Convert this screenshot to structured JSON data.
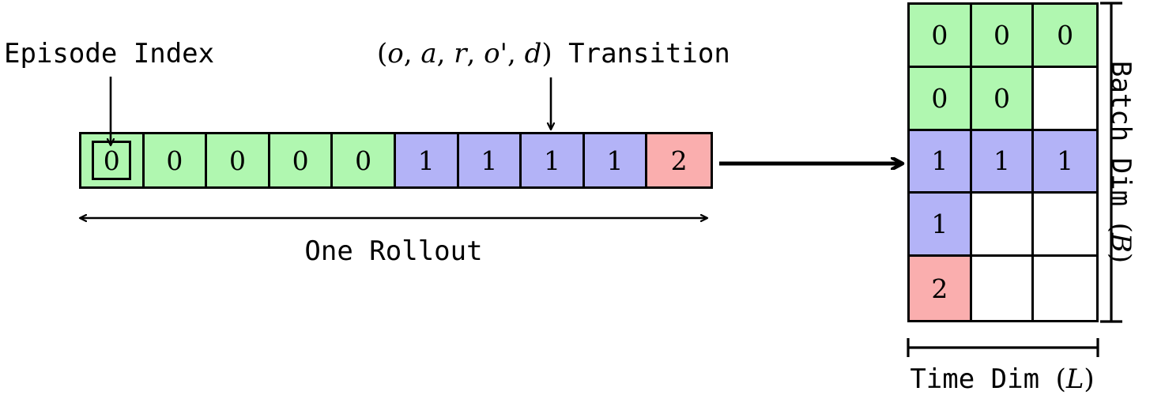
{
  "diagram": {
    "title": "Episode index rollout flattened into batched (B x L) buffer",
    "colors": {
      "episode_0": "#b0f7b0",
      "episode_1": "#b3b3f7",
      "episode_2": "#faaeae",
      "stroke": "#000000",
      "background": "#ffffff"
    }
  },
  "labels": {
    "episode_index": "Episode Index",
    "transition_math": "(o, a, r, o', d)",
    "transition_tuple": {
      "open_paren": "(",
      "o": "o",
      "comma1": ", ",
      "a": "a",
      "comma2": ", ",
      "r": "r",
      "comma3": ", ",
      "o_prime": "o'",
      "comma4": ", ",
      "d": "d",
      "close_paren": ")"
    },
    "transition_word": "Transition",
    "one_rollout": "One Rollout",
    "batch_dim_text": "Batch Dim",
    "batch_dim_symbol": "B",
    "time_dim_text": "Time Dim",
    "time_dim_symbol": "L",
    "paren_open": "(",
    "paren_close": ")"
  },
  "rollout": {
    "cells": [
      {
        "value": "0",
        "episode": 0,
        "color": "green",
        "highlighted": true
      },
      {
        "value": "0",
        "episode": 0,
        "color": "green",
        "highlighted": false
      },
      {
        "value": "0",
        "episode": 0,
        "color": "green",
        "highlighted": false
      },
      {
        "value": "0",
        "episode": 0,
        "color": "green",
        "highlighted": false
      },
      {
        "value": "0",
        "episode": 0,
        "color": "green",
        "highlighted": false
      },
      {
        "value": "1",
        "episode": 1,
        "color": "blue",
        "highlighted": false
      },
      {
        "value": "1",
        "episode": 1,
        "color": "blue",
        "highlighted": false
      },
      {
        "value": "1",
        "episode": 1,
        "color": "blue",
        "highlighted": false
      },
      {
        "value": "1",
        "episode": 1,
        "color": "blue",
        "highlighted": false
      },
      {
        "value": "2",
        "episode": 2,
        "color": "red",
        "highlighted": false
      }
    ],
    "length": 10,
    "episode_index_points_to_cell": 1,
    "transition_points_to_cell": 8
  },
  "grid": {
    "rows": 5,
    "cols": 3,
    "cells": [
      [
        {
          "value": "0",
          "color": "green"
        },
        {
          "value": "0",
          "color": "green"
        },
        {
          "value": "0",
          "color": "green"
        }
      ],
      [
        {
          "value": "0",
          "color": "green"
        },
        {
          "value": "0",
          "color": "green"
        },
        {
          "value": "",
          "color": "empty"
        }
      ],
      [
        {
          "value": "1",
          "color": "blue"
        },
        {
          "value": "1",
          "color": "blue"
        },
        {
          "value": "1",
          "color": "blue"
        }
      ],
      [
        {
          "value": "1",
          "color": "blue"
        },
        {
          "value": "",
          "color": "empty"
        },
        {
          "value": "",
          "color": "empty"
        }
      ],
      [
        {
          "value": "2",
          "color": "red"
        },
        {
          "value": "",
          "color": "empty"
        },
        {
          "value": "",
          "color": "empty"
        }
      ]
    ]
  }
}
